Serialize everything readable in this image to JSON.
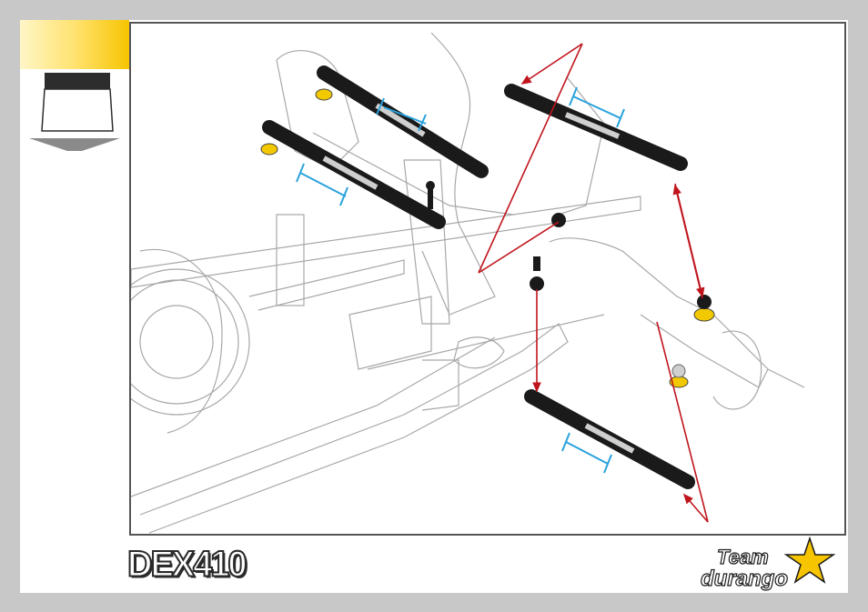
{
  "footer": {
    "model_logo": "DEX410",
    "brand_logo_text": [
      "Team",
      "durango"
    ]
  },
  "colors": {
    "step_tab": "#f7c400",
    "dimension_marker": "#29a3dc",
    "callout_arrow": "#c0141c",
    "part_black": "#1a1a1a",
    "brass_washer": "#f2c800",
    "page_background": "#c8c8c8"
  },
  "icons": {
    "step_marker": "step-box-icon",
    "down_arrow": "down-arrow-icon",
    "brand": "star-logo-icon"
  }
}
